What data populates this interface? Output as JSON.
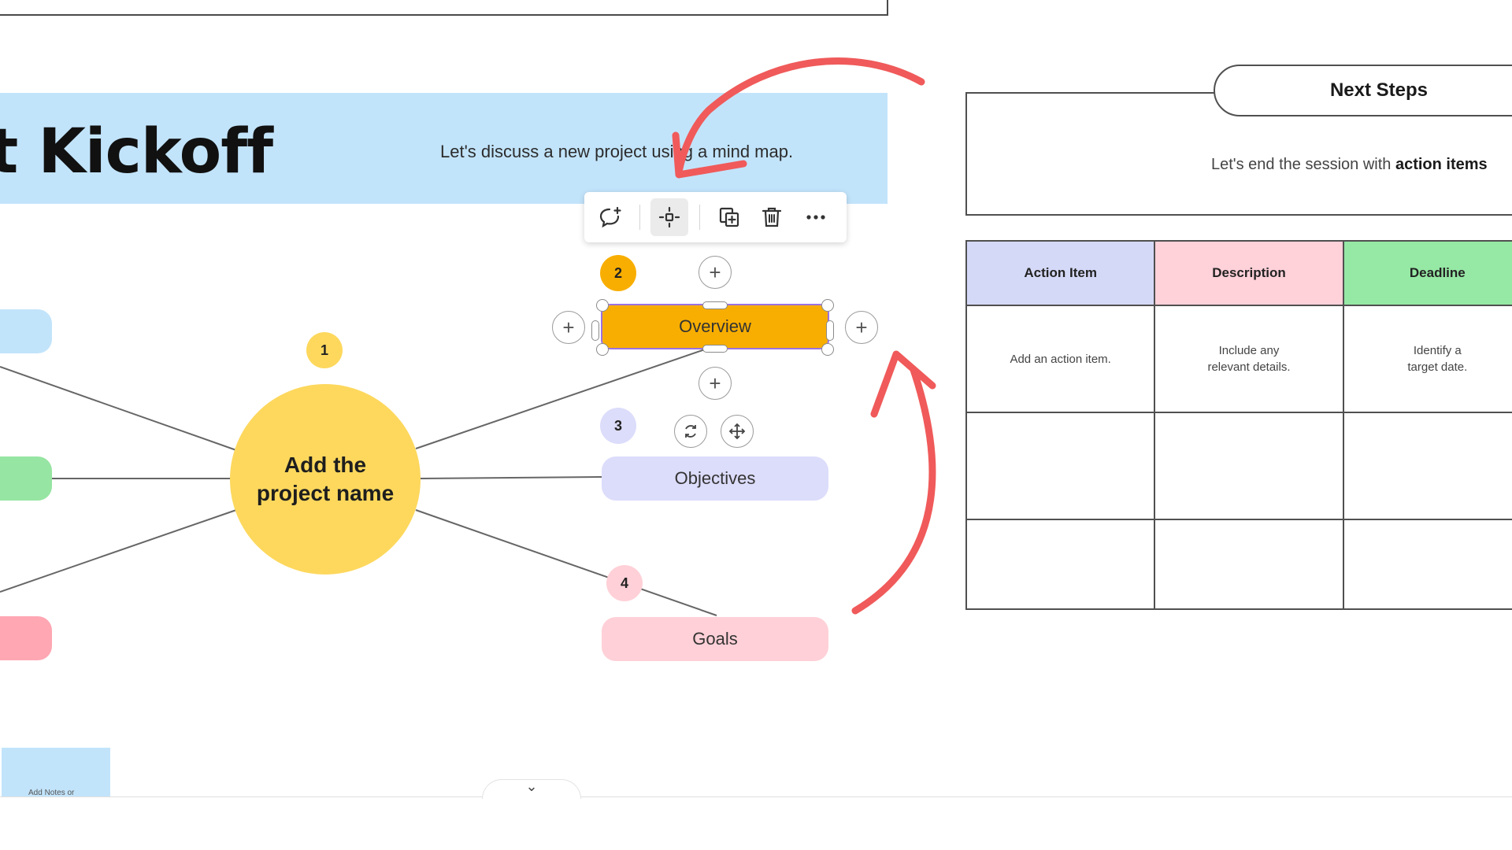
{
  "banner": {
    "title": "t Kickoff",
    "subtitle": "Let's discuss a new project using a mind map."
  },
  "toolbar": {
    "comment_icon": "comment-add-icon",
    "focus_icon": "focus-icon",
    "duplicate_icon": "duplicate-icon",
    "delete_icon": "trash-icon",
    "more_icon": "more-icon"
  },
  "mindmap": {
    "central": {
      "badge": "1",
      "line1": "Add the",
      "line2": "project name"
    },
    "nodes": [
      {
        "badge": "2",
        "label": "Overview",
        "color": "#f8ae00"
      },
      {
        "badge": "3",
        "label": "Objectives",
        "color": "#dcdcfb"
      },
      {
        "badge": "4",
        "label": "Goals",
        "color": "#ffd0d7"
      }
    ],
    "left_colors": [
      "#c2e4fb",
      "#96e5a2",
      "#ffa7b3"
    ],
    "plus": "+"
  },
  "next_steps": {
    "header": "Next Steps",
    "sub_prefix": "Let's end the session with ",
    "sub_bold": "action items"
  },
  "table": {
    "headers": [
      "Action Item",
      "Description",
      "Deadline"
    ],
    "header_colors": [
      "#d5d9f8",
      "#ffd1d9",
      "#96e8a5"
    ],
    "row1": [
      "Add an action item.",
      "Include any relevant details.",
      "Identify a target date."
    ]
  },
  "note": {
    "text": "Add Notes or"
  },
  "arrow_color": "#f05a5a",
  "bottom": {
    "chevron": "⌄"
  }
}
